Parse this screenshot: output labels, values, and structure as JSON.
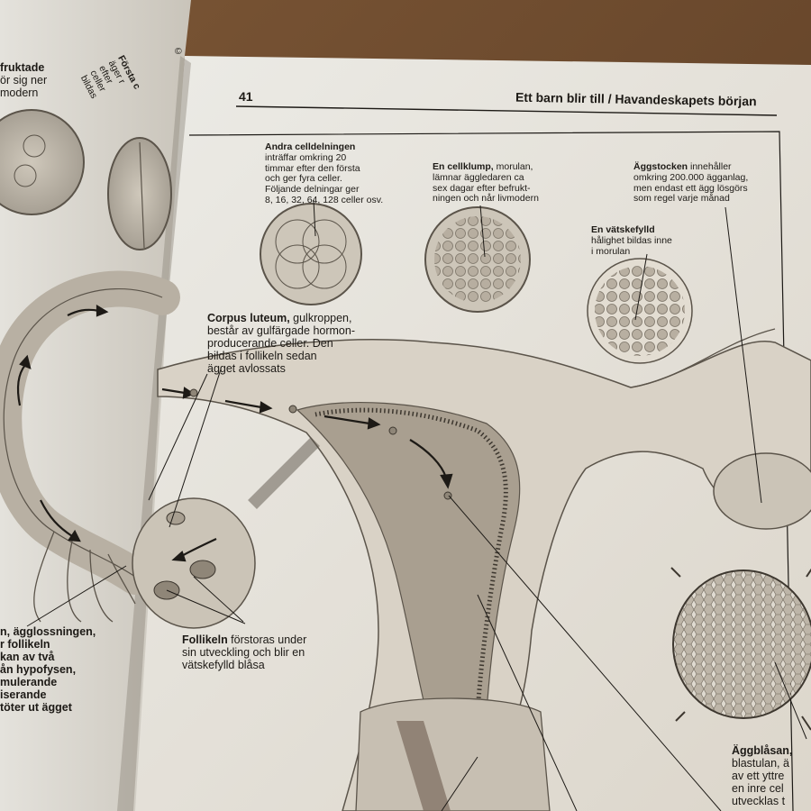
{
  "header": {
    "page_number": "41",
    "running_title": "Ett barn blir till / Havandeskapets början"
  },
  "left_page": {
    "top_label_1": [
      "fruktade",
      "ör sig ner",
      "modern"
    ],
    "top_label_2": [
      "Första c",
      "äger r",
      "efter",
      "celler",
      "bildas"
    ],
    "bottom_caption": [
      "n, ägglossningen,",
      "r follikeln",
      "kan av två",
      "ån hypofysen,",
      "mulerande",
      "iserande",
      "töter ut ägget"
    ],
    "corner_mark": "©"
  },
  "captions": {
    "andra_celldelningen": {
      "title": "Andra celldelningen",
      "lines": [
        "inträffar omkring 20",
        "timmar efter den första",
        "och ger fyra celler.",
        "Följande delningar ger",
        "8, 16, 32, 64, 128 celler osv."
      ]
    },
    "cellklump": {
      "title": "En cellklump,",
      "lines": [
        " morulan,",
        "lämnar äggledaren ca",
        "sex dagar efter befrukt-",
        "ningen och når livmodern"
      ]
    },
    "aggstocken": {
      "title": "Äggstocken",
      "lines": [
        " innehåller",
        "omkring 200.000 äggan­lag,",
        "men endast ett ägg lösgörs",
        "som regel varje månad"
      ]
    },
    "vatskefylld": {
      "title": "En vätskefylld",
      "lines": [
        "hålighet bildas inne",
        "i morulan"
      ]
    },
    "corpus_luteum": {
      "title": "Corpus luteum,",
      "lines": [
        " gulkroppen,",
        "består av gulfärgade hormon-",
        "producerande celler. Den",
        "bildas i follikeln sedan",
        "ägget avlossats"
      ]
    },
    "follikeln": {
      "title": "Follikeln",
      "lines": [
        " förstoras under",
        "sin utveckling och blir en",
        "vätskefylld blåsa"
      ]
    },
    "aggblasan": {
      "title": "Äggblåsan,",
      "lines": [
        "blastulan, ä",
        "av ett yttre",
        "en inre cel",
        "utvecklas t"
      ]
    }
  },
  "colors": {
    "table_wood": "#6b4a2e",
    "paper": "#e9e5dc",
    "ink": "#1d1a16",
    "organ_fill": "#d9d2c6",
    "organ_shade": "#a99f90"
  }
}
